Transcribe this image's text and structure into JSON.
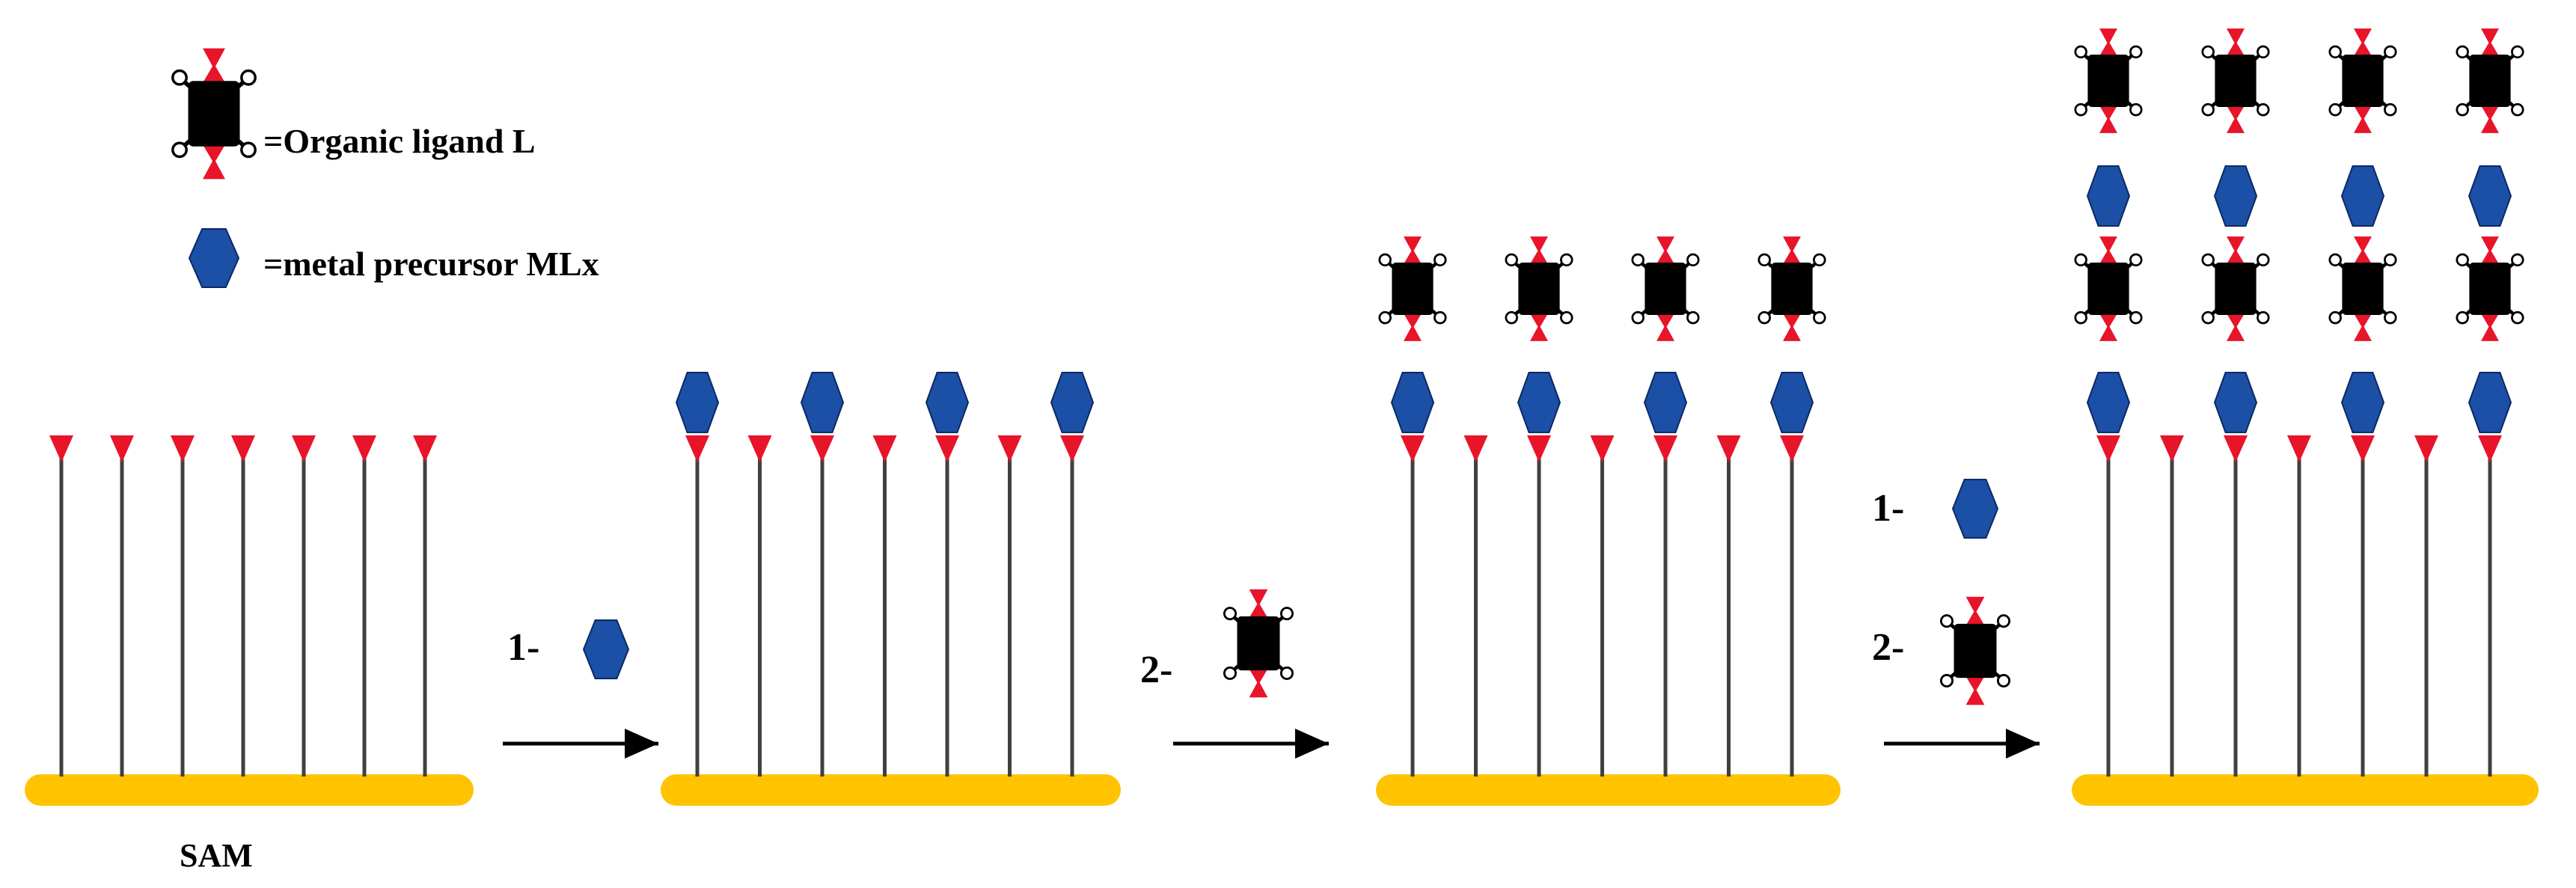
{
  "legend": {
    "ligand_label": "=Organic ligand  L",
    "metal_label": "=metal precursor  MLx"
  },
  "substrate_label": "SAM",
  "steps": {
    "first": {
      "label": "1-"
    },
    "second": {
      "label": "2-"
    },
    "combined": {
      "label_1": "1-",
      "label_2": "2-"
    }
  },
  "colors": {
    "substrate": "#FFC300",
    "metal": "#1C4FA6",
    "terminal_group": "#E8142A",
    "ligand_body": "#000000",
    "chain": "#404040"
  },
  "stages": [
    {
      "name": "stage-1-sam",
      "chains": 7,
      "grown_chains": [],
      "layers": 0
    },
    {
      "name": "stage-2-metal-adsorbed",
      "chains": 7,
      "grown_chains": [
        0,
        2,
        4,
        6
      ],
      "layers": 0.5
    },
    {
      "name": "stage-3-ligand-added",
      "chains": 7,
      "grown_chains": [
        0,
        2,
        4,
        6
      ],
      "layers": 1
    },
    {
      "name": "stage-4-second-cycle",
      "chains": 7,
      "grown_chains": [
        0,
        2,
        4,
        6
      ],
      "layers": 2
    }
  ]
}
